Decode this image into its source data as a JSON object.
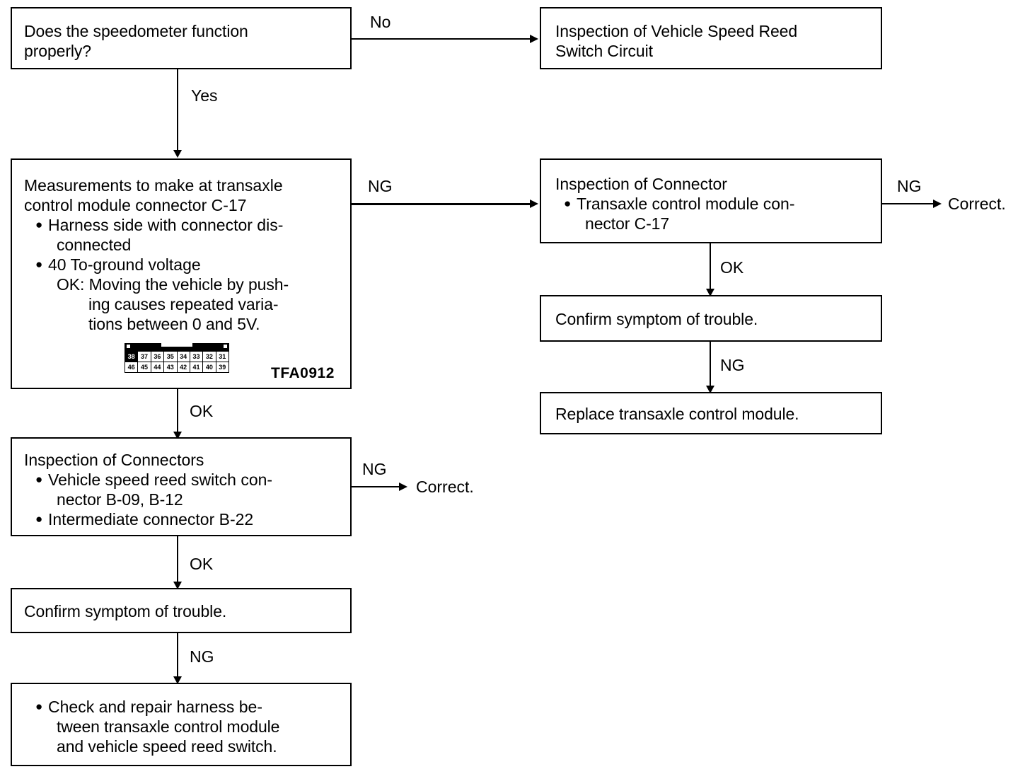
{
  "diagram": {
    "code_label": "TFA0912",
    "nodes": {
      "speedometer_question": {
        "lines": [
          "Does the speedometer function",
          "properly?"
        ]
      },
      "inspection_reed_switch_circuit": {
        "lines": [
          "Inspection of Vehicle Speed Reed",
          "Switch Circuit"
        ]
      },
      "measurements": {
        "title": [
          "Measurements to make at transaxle",
          "control module connector C-17"
        ],
        "bullets": [
          [
            "Harness side with connector dis-",
            "connected"
          ],
          [
            "40 To-ground voltage"
          ]
        ],
        "ok_note": [
          "OK: Moving the vehicle by push-",
          "ing causes repeated varia-",
          "tions between 0 and 5V."
        ]
      },
      "inspection_connector_right": {
        "title": [
          "Inspection of Connector"
        ],
        "bullets": [
          [
            "Transaxle control module con-",
            "nector C-17"
          ]
        ]
      },
      "confirm_symptom_right": {
        "lines": [
          "Confirm symptom of trouble."
        ]
      },
      "replace_module": {
        "lines": [
          "Replace transaxle control module."
        ]
      },
      "inspection_connectors_left": {
        "title": [
          "Inspection of Connectors"
        ],
        "bullets": [
          [
            "Vehicle speed reed switch con-",
            "nector B-09, B-12"
          ],
          [
            "Intermediate connector B-22"
          ]
        ]
      },
      "confirm_symptom_left": {
        "lines": [
          "Confirm symptom of trouble."
        ]
      },
      "check_repair_harness": {
        "bullets": [
          [
            "Check and repair harness be-",
            "tween transaxle control module",
            "and vehicle speed reed switch."
          ]
        ]
      }
    },
    "edge_labels": {
      "no": "No",
      "yes": "Yes",
      "ng_measurements_to_connector": "NG",
      "ng_connector_to_correct_right": "NG",
      "ok_connector_to_confirm_right": "OK",
      "ng_confirm_to_replace_right": "NG",
      "ok_measurements_to_connectors_left": "OK",
      "ng_connectors_to_correct_left": "NG",
      "ok_connectors_to_confirm_left": "OK",
      "ng_confirm_to_check_left": "NG"
    },
    "terminals": {
      "correct_right": "Correct.",
      "correct_left": "Correct."
    },
    "connector_pins": {
      "top_row": [
        "38",
        "37",
        "36",
        "35",
        "34",
        "33",
        "32",
        "31"
      ],
      "bottom_row": [
        "46",
        "45",
        "44",
        "43",
        "42",
        "41",
        "40",
        "39"
      ],
      "highlighted": "38"
    },
    "bullet_glyph": "●",
    "colors": {
      "ink": "#000000",
      "paper": "#ffffff"
    }
  }
}
